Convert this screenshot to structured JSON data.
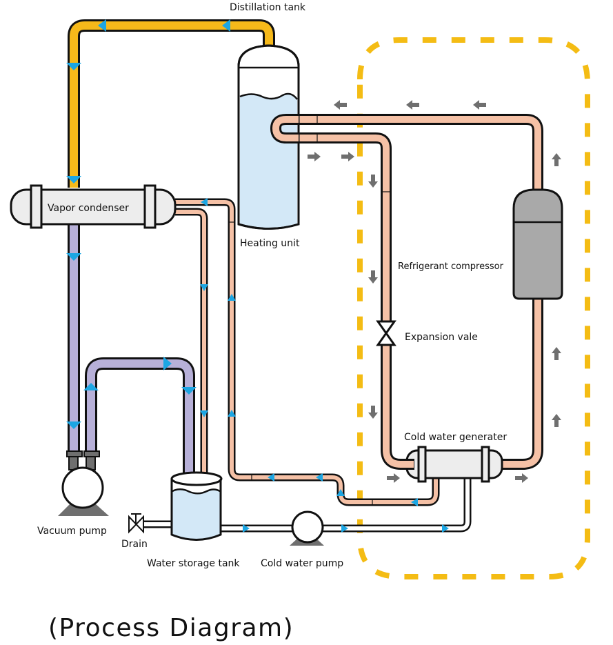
{
  "title": "(Process Diagram)",
  "colors": {
    "vapor_pipe": "#f6b91a",
    "vacuum_pipe": "#b7b0d8",
    "refrigerant_pipe": "#f5c1a6",
    "water_fill": "#d3e8f7",
    "flow_arrow_blue": "#1ca6e3",
    "flow_arrow_gray": "#6f6f6f",
    "boundary_dash": "#f4bc14",
    "compressor_fill": "#a9a9a9",
    "vessel_fill": "#ededed"
  },
  "components": {
    "distillation_tank": "Distillation tank",
    "heating_unit": "Heating unit",
    "vapor_condenser": "Vapor condenser",
    "refrigerant_compressor": "Refrigerant compressor",
    "expansion_valve": "Expansion vale",
    "cold_water_generator": "Cold water generater",
    "vacuum_pump": "Vacuum pump",
    "drain": "Drain",
    "water_storage_tank": "Water storage tank",
    "cold_water_pump": "Cold water pump"
  },
  "flows": [
    {
      "from": "distillation_tank",
      "to": "vapor_condenser",
      "medium": "vapor"
    },
    {
      "from": "vapor_condenser",
      "to": "vacuum_pump",
      "medium": "condensate"
    },
    {
      "from": "vacuum_pump",
      "to": "water_storage_tank",
      "medium": "condensate"
    },
    {
      "from": "refrigerant_compressor",
      "to": "heating_unit",
      "medium": "refrigerant"
    },
    {
      "from": "heating_unit",
      "to": "expansion_valve",
      "medium": "refrigerant"
    },
    {
      "from": "expansion_valve",
      "to": "cold_water_generator",
      "medium": "refrigerant"
    },
    {
      "from": "cold_water_generator",
      "to": "refrigerant_compressor",
      "medium": "refrigerant"
    },
    {
      "from": "water_storage_tank",
      "to": "cold_water_pump",
      "medium": "water"
    },
    {
      "from": "cold_water_pump",
      "to": "cold_water_generator",
      "medium": "water"
    },
    {
      "from": "cold_water_generator",
      "to": "vapor_condenser",
      "medium": "cold water"
    },
    {
      "from": "vapor_condenser",
      "to": "water_storage_tank",
      "medium": "cold water"
    }
  ]
}
